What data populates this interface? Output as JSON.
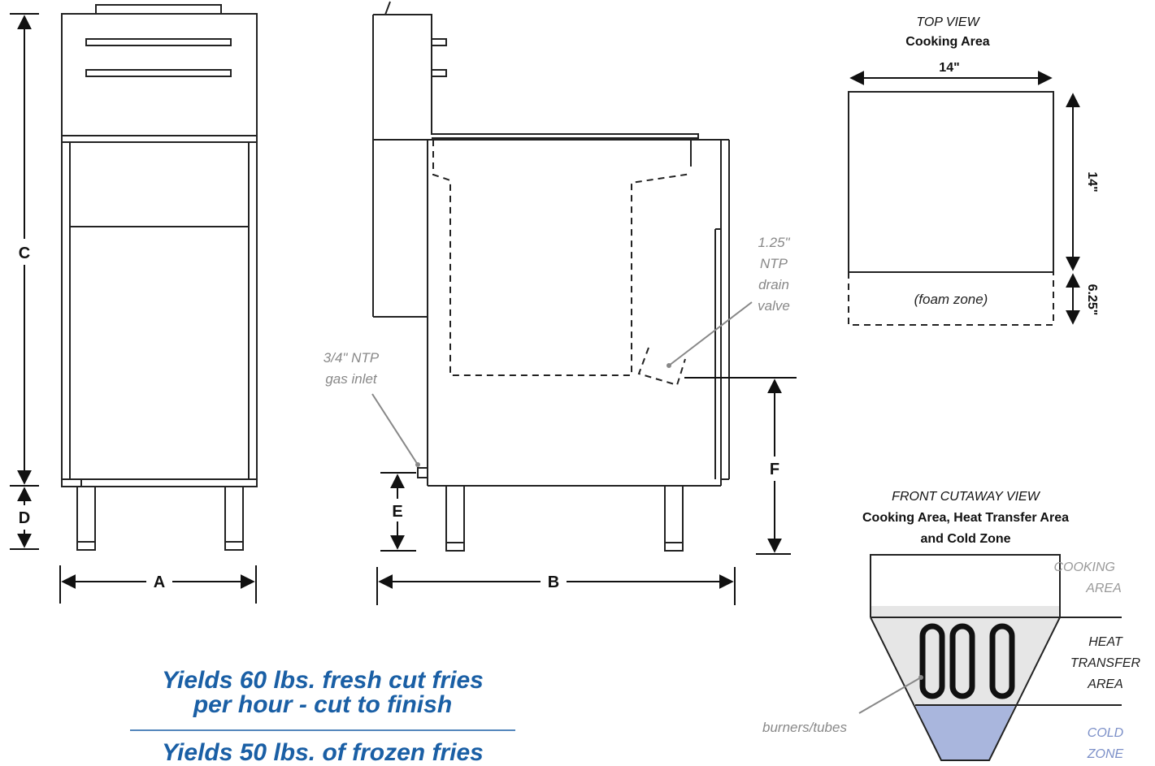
{
  "dimension_labels": {
    "a": "A",
    "b": "B",
    "c": "C",
    "d": "D",
    "e": "E",
    "f": "F"
  },
  "callouts": {
    "gas_inlet_line1": "3/4\" NTP",
    "gas_inlet_line2": "gas inlet",
    "drain_line1": "1.25\"",
    "drain_line2": "NTP",
    "drain_line3": "drain",
    "drain_line4": "valve",
    "burners": "burners/tubes"
  },
  "top_view": {
    "heading": "TOP VIEW",
    "subheading": "Cooking Area",
    "width_label": "14\"",
    "depth_label": "14\"",
    "foam_depth_label": "6.25\"",
    "foam_zone": "(foam zone)"
  },
  "cutaway": {
    "heading": "FRONT CUTAWAY VIEW",
    "subheading_line1": "Cooking Area, Heat Transfer Area",
    "subheading_line2": "and Cold Zone",
    "cooking_1": "COOKING",
    "cooking_2": "AREA",
    "heat_1": "HEAT",
    "heat_2": "TRANSFER",
    "heat_3": "AREA",
    "cold_1": "COLD",
    "cold_2": "ZONE"
  },
  "yields": {
    "fresh_line1": "Yields 60 lbs. fresh cut fries",
    "fresh_line2": "per hour - cut to finish",
    "frozen_line1": "Yields 50 lbs. of frozen fries"
  },
  "colors": {
    "accent_blue": "#1a5fa5",
    "cold_zone": "#a9b6dd",
    "heat_zone": "#e6e6e6"
  }
}
